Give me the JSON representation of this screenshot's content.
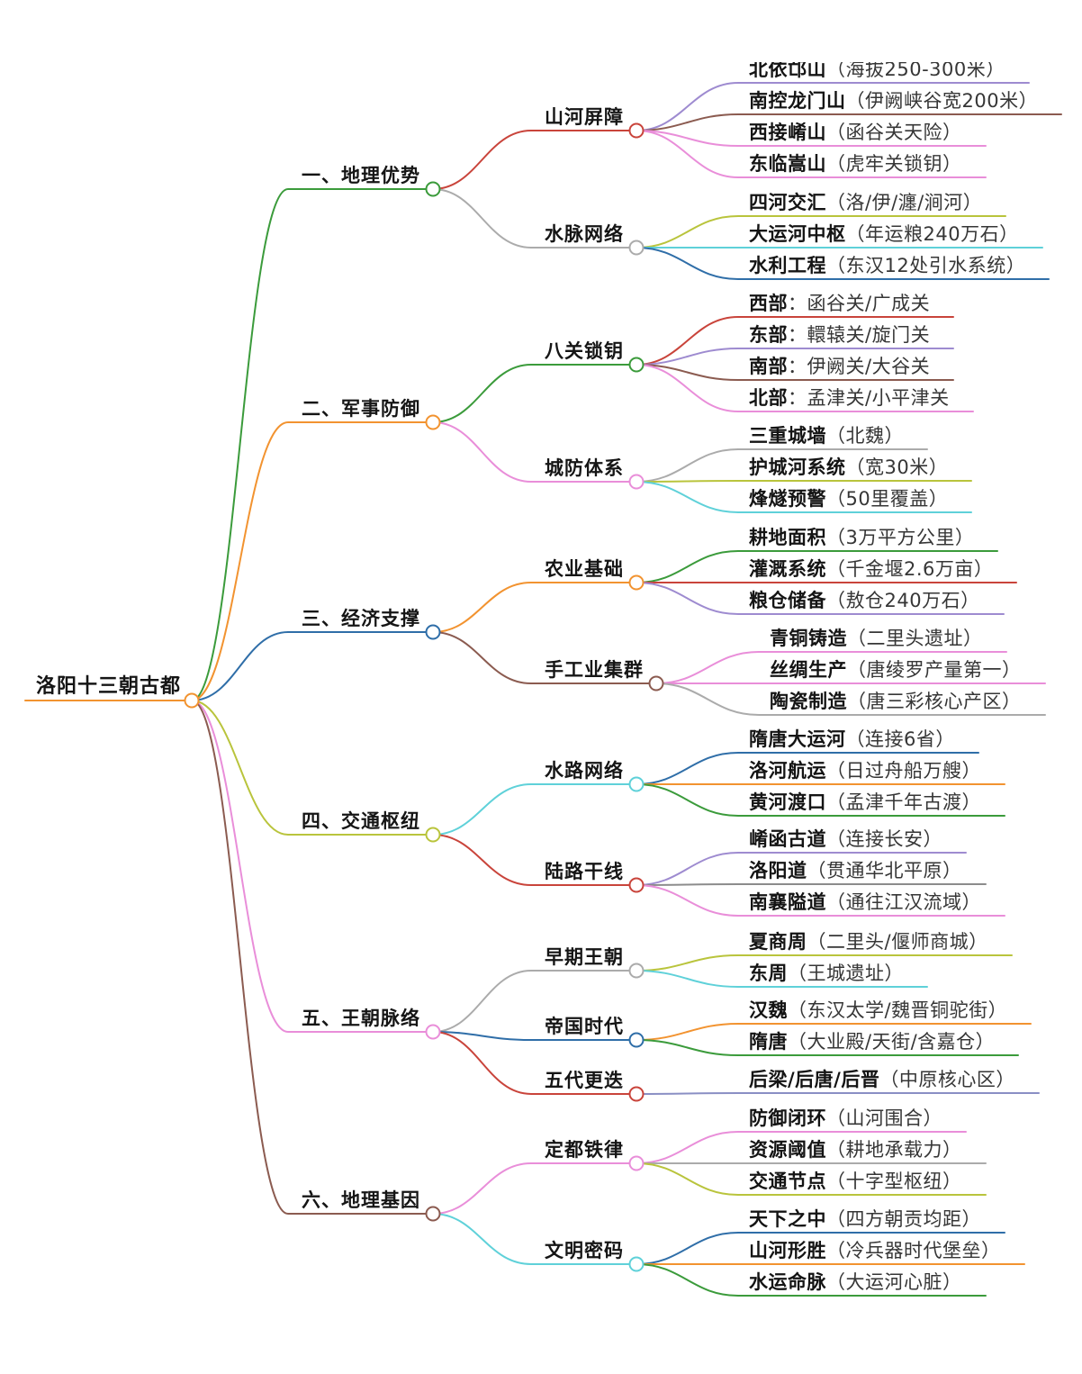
{
  "root": {
    "label": "洛阳十三朝古都",
    "color": "#f29330"
  },
  "branches": [
    {
      "label": "一、地理优势",
      "color": "#3b9b3b",
      "children": [
        {
          "label": "山河屏障",
          "color": "#c9443b",
          "leaves": [
            {
              "key": "北依邙山",
              "desc": "（海拔250-300米）",
              "color": "#9e8bd0"
            },
            {
              "key": "南控龙门山",
              "desc": "（伊阙峡谷宽200米）",
              "color": "#8b5b50"
            },
            {
              "key": "西接崤山",
              "desc": "（函谷关天险）",
              "color": "#e98ed9"
            },
            {
              "key": "东临嵩山",
              "desc": "（虎牢关锁钥）",
              "color": "#e98ed9"
            }
          ]
        },
        {
          "label": "水脉网络",
          "color": "#ababab",
          "leaves": [
            {
              "key": "四河交汇",
              "desc": "（洛/伊/瀍/涧河）",
              "color": "#b9c43c"
            },
            {
              "key": "大运河中枢",
              "desc": "（年运粮240万石）",
              "color": "#5fd1d9"
            },
            {
              "key": "水利工程",
              "desc": "（东汉12处引水系统）",
              "color": "#2f6ea8"
            }
          ]
        }
      ]
    },
    {
      "label": "二、军事防御",
      "color": "#f29330",
      "children": [
        {
          "label": "八关锁钥",
          "color": "#3b9b3b",
          "leaves": [
            {
              "key": "西部",
              "desc": "：函谷关/广成关",
              "color": "#c9443b"
            },
            {
              "key": "东部",
              "desc": "：轘辕关/旋门关",
              "color": "#9e8bd0"
            },
            {
              "key": "南部",
              "desc": "：伊阙关/大谷关",
              "color": "#8b5b50"
            },
            {
              "key": "北部",
              "desc": "：孟津关/小平津关",
              "color": "#e98ed9"
            }
          ]
        },
        {
          "label": "城防体系",
          "color": "#e98ed9",
          "leaves": [
            {
              "key": "三重城墙",
              "desc": "（北魏）",
              "color": "#ababab"
            },
            {
              "key": "护城河系统",
              "desc": "（宽30米）",
              "color": "#b9c43c"
            },
            {
              "key": "烽燧预警",
              "desc": "（50里覆盖）",
              "color": "#5fd1d9"
            }
          ]
        }
      ]
    },
    {
      "label": "三、经济支撑",
      "color": "#2f6ea8",
      "children": [
        {
          "label": "农业基础",
          "color": "#f29330",
          "leaves": [
            {
              "key": "耕地面积",
              "desc": "（3万平方公里）",
              "color": "#3b9b3b"
            },
            {
              "key": "灌溉系统",
              "desc": "（千金堰2.6万亩）",
              "color": "#c9443b"
            },
            {
              "key": "粮仓储备",
              "desc": "（敖仓240万石）",
              "color": "#9e8bd0"
            }
          ]
        },
        {
          "label": "手工业集群",
          "color": "#8b5b50",
          "leaves": [
            {
              "key": "青铜铸造",
              "desc": "（二里头遗址）",
              "color": "#e98ed9"
            },
            {
              "key": "丝绸生产",
              "desc": "（唐绫罗产量第一）",
              "color": "#e98ed9"
            },
            {
              "key": "陶瓷制造",
              "desc": "（唐三彩核心产区）",
              "color": "#ababab"
            }
          ]
        }
      ]
    },
    {
      "label": "四、交通枢纽",
      "color": "#b9c43c",
      "children": [
        {
          "label": "水路网络",
          "color": "#5fd1d9",
          "leaves": [
            {
              "key": "隋唐大运河",
              "desc": "（连接6省）",
              "color": "#2f6ea8"
            },
            {
              "key": "洛河航运",
              "desc": "（日过舟船万艘）",
              "color": "#f29330"
            },
            {
              "key": "黄河渡口",
              "desc": "（孟津千年古渡）",
              "color": "#3b9b3b"
            }
          ]
        },
        {
          "label": "陆路干线",
          "color": "#c9443b",
          "leaves": [
            {
              "key": "崤函古道",
              "desc": "（连接长安）",
              "color": "#9e8bd0"
            },
            {
              "key": "洛阳道",
              "desc": "（贯通华北平原）",
              "color": "#8c8c8c"
            },
            {
              "key": "南襄隘道",
              "desc": "（通往江汉流域）",
              "color": "#e98ed9"
            }
          ]
        }
      ]
    },
    {
      "label": "五、王朝脉络",
      "color": "#e98ed9",
      "children": [
        {
          "label": "早期王朝",
          "color": "#ababab",
          "leaves": [
            {
              "key": "夏商周",
              "desc": "（二里头/偃师商城）",
              "color": "#b9c43c"
            },
            {
              "key": "东周",
              "desc": "（王城遗址）",
              "color": "#5fd1d9"
            }
          ]
        },
        {
          "label": "帝国时代",
          "color": "#2f6ea8",
          "leaves": [
            {
              "key": "汉魏",
              "desc": "（东汉太学/魏晋铜驼街）",
              "color": "#f29330"
            },
            {
              "key": "隋唐",
              "desc": "（大业殿/天街/含嘉仓）",
              "color": "#3b9b3b"
            }
          ]
        },
        {
          "label": "五代更迭",
          "color": "#c9443b",
          "leaves": [
            {
              "key": "后梁/后唐/后晋",
              "desc": "（中原核心区）",
              "color": "#8a8fc4"
            }
          ]
        }
      ]
    },
    {
      "label": "六、地理基因",
      "color": "#8b5b50",
      "children": [
        {
          "label": "定都铁律",
          "color": "#e98ed9",
          "leaves": [
            {
              "key": "防御闭环",
              "desc": "（山河围合）",
              "color": "#e98ed9"
            },
            {
              "key": "资源阈值",
              "desc": "（耕地承载力）",
              "color": "#ababab"
            },
            {
              "key": "交通节点",
              "desc": "（十字型枢纽）",
              "color": "#b9c43c"
            }
          ]
        },
        {
          "label": "文明密码",
          "color": "#5fd1d9",
          "leaves": [
            {
              "key": "天下之中",
              "desc": "（四方朝贡均距）",
              "color": "#2f6ea8"
            },
            {
              "key": "山河形胜",
              "desc": "（冷兵器时代堡垒）",
              "color": "#f29330"
            },
            {
              "key": "水运命脉",
              "desc": "（大运河心脏）",
              "color": "#3b9b3b"
            }
          ]
        }
      ]
    }
  ]
}
